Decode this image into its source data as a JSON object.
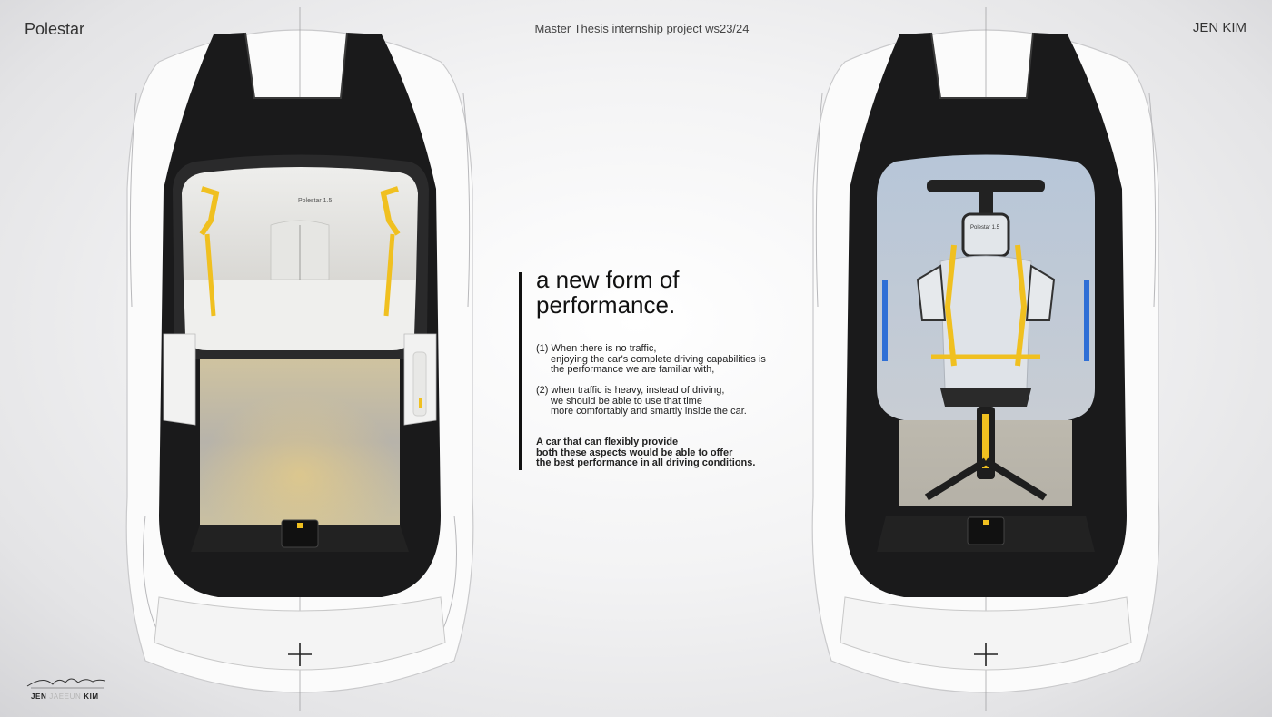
{
  "header": {
    "brand": "Polestar",
    "project": "Master Thesis internship project ws23/24",
    "author": "JEN KIM"
  },
  "car_left": {
    "screen_label": "Polestar 1.5",
    "accent_color": "#f0c020"
  },
  "car_right": {
    "screen_label": "Polestar 1.5",
    "accent_color": "#f0c020"
  },
  "headline": {
    "line1": "a new form of",
    "line2": "performance."
  },
  "body": {
    "p1": {
      "l1": "(1) When there is no traffic,",
      "l2": "enjoying the car's complete driving capabilities is",
      "l3": "the performance we are familiar with,"
    },
    "p2": {
      "l1": "(2) when traffic is heavy, instead of driving,",
      "l2": "we should be able to use that time",
      "l3": "more comfortably and smartly inside the car."
    },
    "p3": {
      "l1": "A car that can flexibly provide",
      "l2": "both these aspects would be able to offer",
      "l3": "the best performance in all driving conditions."
    }
  },
  "signature": {
    "first": "JEN",
    "middle": "JAEEUN",
    "last": "KIM"
  }
}
